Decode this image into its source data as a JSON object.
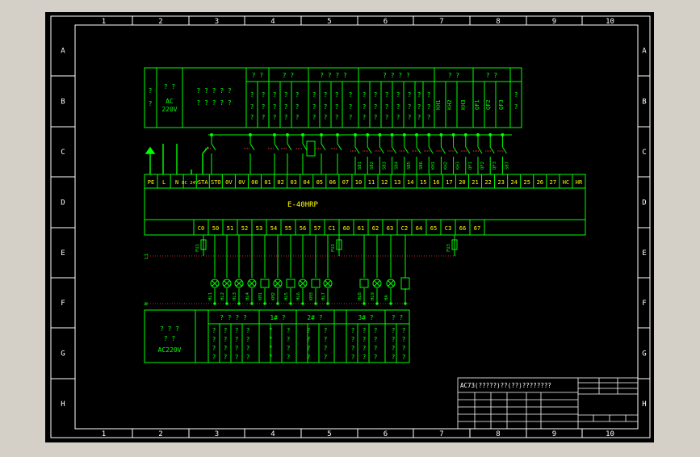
{
  "frame": {
    "cols": [
      "1",
      "2",
      "3",
      "4",
      "5",
      "6",
      "7",
      "8",
      "9",
      "10"
    ],
    "rows": [
      "A",
      "B",
      "C",
      "D",
      "E",
      "F",
      "G",
      "H"
    ]
  },
  "power": {
    "label_left": "?",
    "label_left2": "?",
    "label_ac_a": "? ?",
    "label_ac_b": "AC",
    "label_ac_c": "220V",
    "q5a": "? ? ? ? ?",
    "q5b": "? ? ? ? ?"
  },
  "input_groups": {
    "headers": [
      "? ?",
      "? ?",
      "? ? ? ?",
      "? ? ? ?",
      "? ?",
      "? ?"
    ],
    "devices": [
      "KH1",
      "KH2",
      "KH3",
      "QF1",
      "QF2",
      "QF3"
    ]
  },
  "plc": {
    "model": "E-40HRP",
    "top_terminals": [
      "PE",
      "L",
      "N",
      "DC 24V",
      "STA",
      "STO",
      "0V",
      "0V",
      "00",
      "01",
      "02",
      "03",
      "04",
      "05",
      "06",
      "07",
      "10",
      "11",
      "12",
      "13",
      "14",
      "15",
      "16",
      "17",
      "20",
      "21",
      "22",
      "23",
      "24",
      "25",
      "26",
      "27",
      "HC",
      "HR"
    ],
    "bottom_terminals": [
      "C0",
      "50",
      "51",
      "52",
      "53",
      "54",
      "55",
      "56",
      "57",
      "C1",
      "60",
      "61",
      "62",
      "63",
      "C2",
      "64",
      "65",
      "C3",
      "66",
      "67"
    ],
    "switch_labels": [
      "SB1",
      "SB2",
      "SB3",
      "SB4",
      "SB5",
      "SB6",
      "KH1",
      "KH2",
      "KH3",
      "QF1",
      "QF2",
      "QF3",
      "SB7"
    ]
  },
  "outputs": {
    "fuses": [
      "FU1",
      "FU2",
      "FU3"
    ],
    "lamps": [
      "HL1",
      "HL2",
      "HL3",
      "HL4",
      "KM1",
      "KM2",
      "HL5",
      "HL6",
      "KM3",
      "HL7",
      "HL8",
      "HL9",
      "HA"
    ],
    "rail_top": "L1",
    "rail_bottom": "N"
  },
  "bottom_table": {
    "left_a": "? ? ?",
    "left_b": "? ?",
    "left_c": "AC220V",
    "headers": [
      "? ? ? ?",
      "1# ?",
      "2# ?",
      "3# ?",
      "? ?"
    ]
  },
  "title_block": {
    "title": "AC73(?????)??(??)????????"
  }
}
